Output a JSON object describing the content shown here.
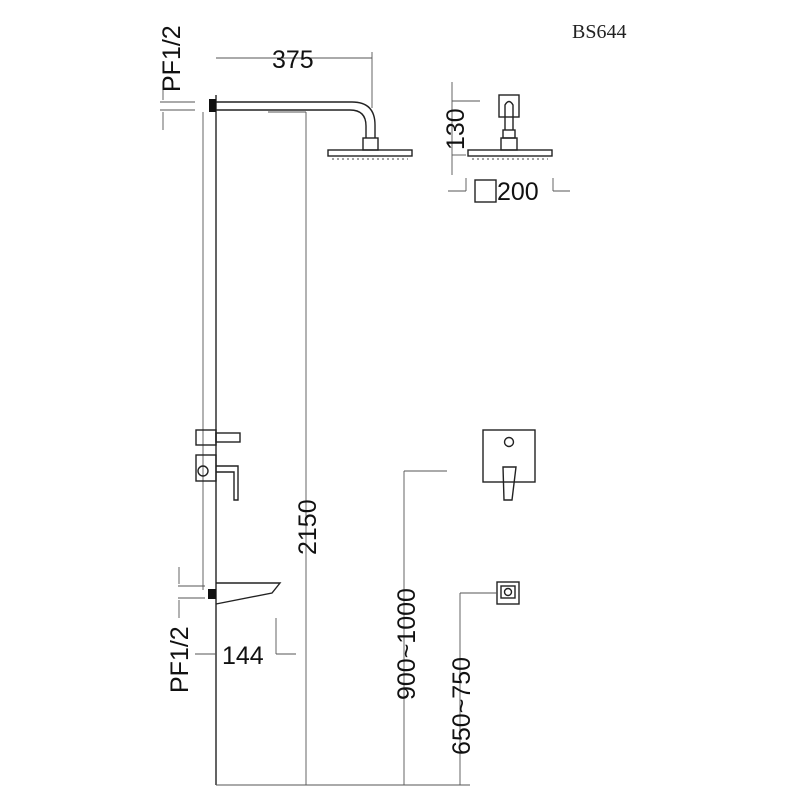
{
  "model": "BS644",
  "dimensions": {
    "arm_length": "375",
    "inlet_top": "PF1/2",
    "head_height": "130",
    "head_size": "200",
    "total_height": "2150",
    "inlet_bottom": "PF1/2",
    "spout_length": "144",
    "mixer_height": "900~1000",
    "spout_height": "650~750"
  }
}
